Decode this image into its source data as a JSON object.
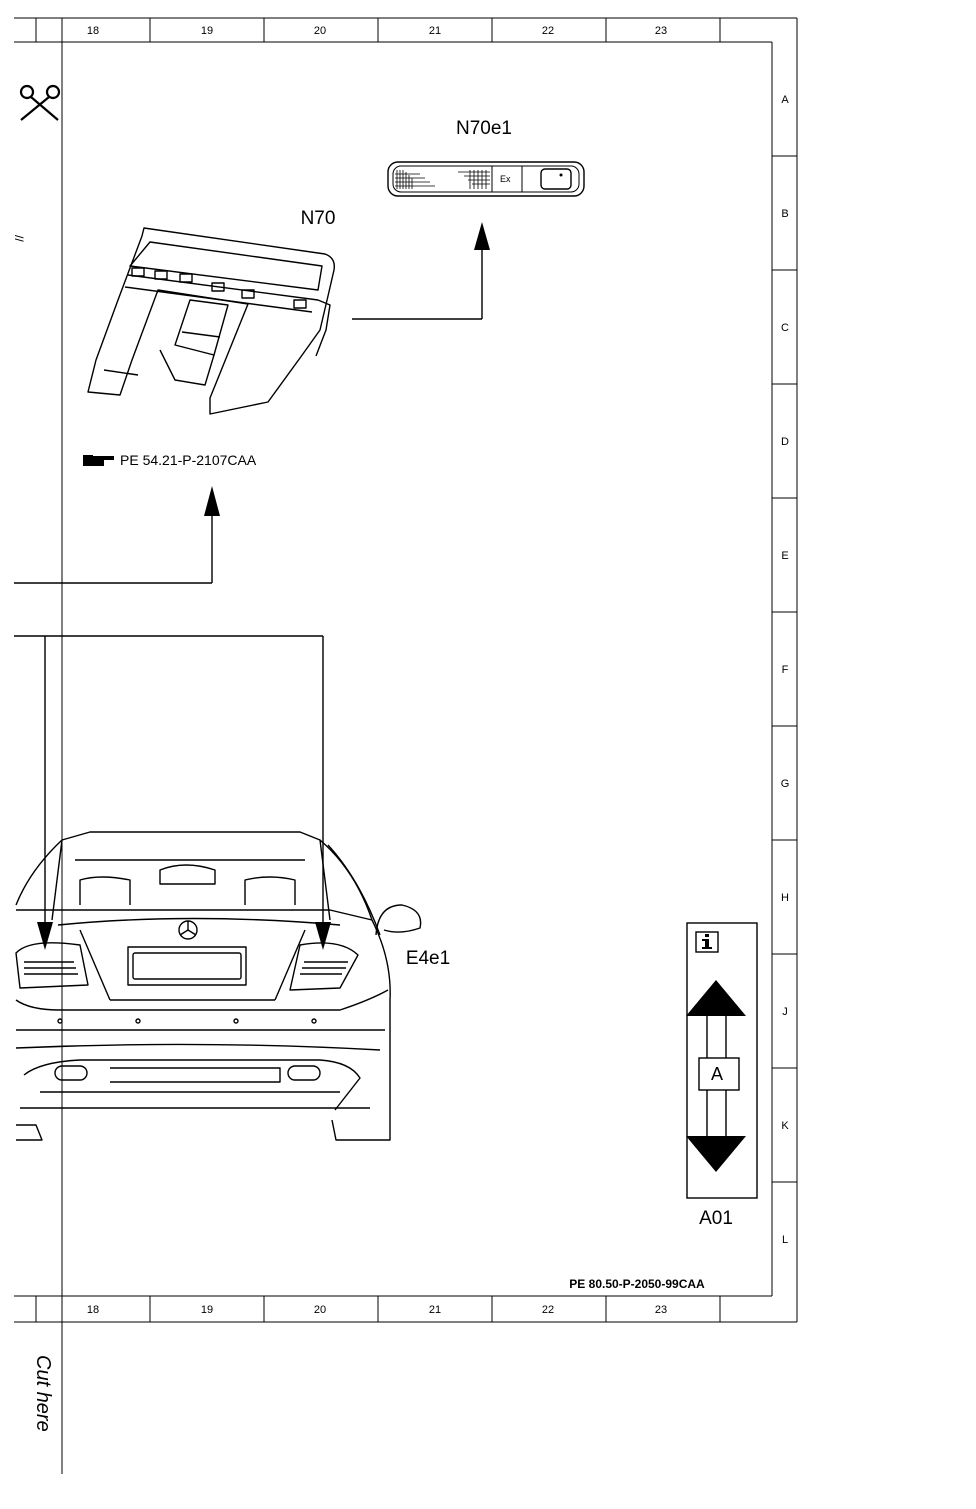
{
  "grid": {
    "columns": [
      "18",
      "19",
      "20",
      "21",
      "22",
      "23"
    ],
    "rows": [
      "A",
      "B",
      "C",
      "D",
      "E",
      "F",
      "G",
      "H",
      "J",
      "K",
      "L"
    ]
  },
  "labels": {
    "n70e1": "N70e1",
    "n70": "N70",
    "ref_n70": "PE 54.21-P-2107CAA",
    "e4e1": "E4e1",
    "a01": "A01",
    "a_box": "A",
    "doc_ref": "PE 80.50-P-2050-99CAA",
    "cut_here": "Cut here",
    "switch_ex": "Ex",
    "mark": "//"
  },
  "icons": {
    "scissors": "scissors-icon",
    "info": "info-icon",
    "pointing_hand": "pointing-hand-icon"
  },
  "colors": {
    "ink": "#000000",
    "paper": "#ffffff"
  }
}
